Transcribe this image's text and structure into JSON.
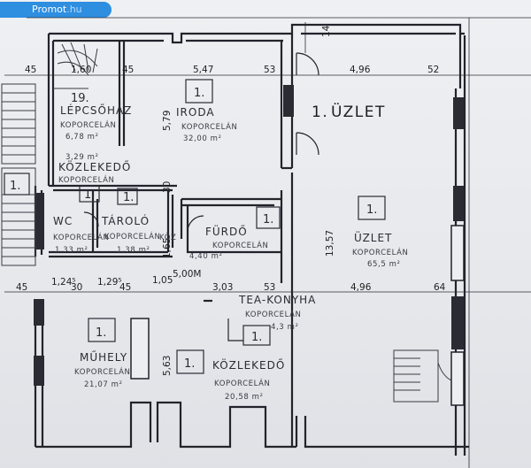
{
  "watermark": {
    "brand": "Promot",
    "tld": ".hu"
  },
  "rooms": [
    {
      "id": "lepcsohaz",
      "number": "19.",
      "name": "LÉPCSŐHÁZ",
      "floor": "KOPORCELÁN",
      "area": "6,78 m²"
    },
    {
      "id": "iroda",
      "number": "1.",
      "name": "IRODA",
      "floor": "KOPORCELÁN",
      "area": "32,00 m²"
    },
    {
      "id": "uzlet-title",
      "number": "1.",
      "name": "ÜZLET"
    },
    {
      "id": "uzlet",
      "number": "1.",
      "name": "ÜZLET",
      "floor": "KOPORCELÁN",
      "area": "65,5 m²"
    },
    {
      "id": "kozlekedo-top",
      "number": "1.",
      "name": "KÖZLEKEDŐ",
      "floor": "KOPORCELÁN",
      "area": "3,29 m²"
    },
    {
      "id": "wc",
      "number": "1.",
      "name": "WC",
      "floor": "KOPORCELÁN",
      "area": "1,33 m²"
    },
    {
      "id": "tarolo",
      "number": "1.",
      "name": "TÁROLÓ",
      "floor": "KOPORCELÁN",
      "area": "1,38 m²"
    },
    {
      "id": "furdo",
      "number": "1.",
      "name": "FÜRDŐ",
      "floor": "KOPORCELÁN",
      "area": "4,40 m²"
    },
    {
      "id": "kozl-small",
      "name": "KÖZ"
    },
    {
      "id": "tea-konyha",
      "number": "1.",
      "name": "TEA-KONYHA",
      "floor": "KOPORCELÁN",
      "area": "4,3 m²"
    },
    {
      "id": "muhely",
      "number": "1.",
      "name": "MŰHELY",
      "floor": "KOPORCELÁN",
      "area": "21,07 m²"
    },
    {
      "id": "kozlekedo-bottom",
      "number": "1.",
      "name": "KÖZLEKEDŐ",
      "floor": "KOPORCELÁN",
      "area": "20,58 m²"
    },
    {
      "id": "stair-left",
      "number": "1."
    }
  ],
  "dimensions": {
    "top": [
      "45",
      "1,60",
      "45",
      "5,47",
      "53",
      "4,96",
      "52"
    ],
    "mid": [
      "45",
      "1,24⁵",
      "30",
      "1,29⁵",
      "45",
      "1,05",
      "5,00M",
      "3,03",
      "53",
      "4,96",
      "64"
    ],
    "vertical": [
      "14",
      "5,79",
      "30",
      "13,57",
      "5,63",
      "1,65"
    ]
  }
}
